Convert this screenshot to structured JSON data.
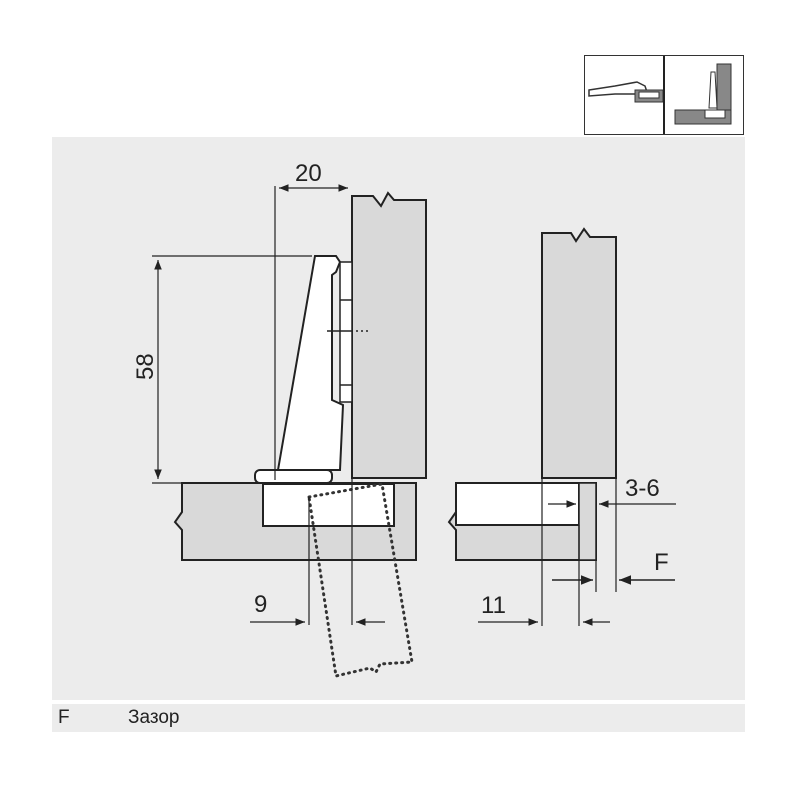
{
  "diagram": {
    "type": "hinge-installation-drawing",
    "dimensions": {
      "width_top": "20",
      "height_left": "58",
      "offset_bottom_left": "9",
      "offset_bottom_right": "11",
      "range_right": "3-6",
      "gap_label": "F"
    },
    "thumbnails": [
      {
        "name": "hinge-side-view-thumbnail"
      },
      {
        "name": "hinge-installed-view-thumbnail"
      }
    ],
    "colors": {
      "panel_bg": "#ececec",
      "wood_fill": "#d9d9d9",
      "hinge_fill": "#ffffff",
      "line": "#222222"
    }
  },
  "legend": {
    "items": [
      {
        "key": "F",
        "value": "Зазор"
      }
    ]
  }
}
